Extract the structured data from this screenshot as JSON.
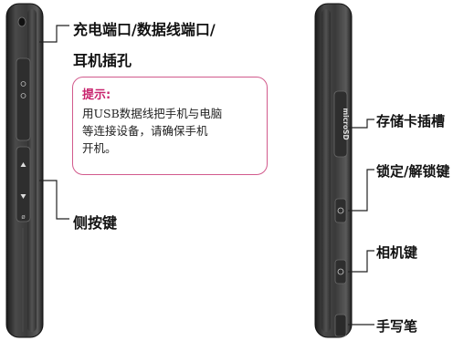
{
  "left_phone": {
    "labels": {
      "port": "充电端口/数据线端口/",
      "port_line2": "耳机插孔",
      "side_keys": "侧按键"
    },
    "tip": {
      "title": "提示:",
      "body": "用USB数据线把手机与电脑\n等连接设备，请确保手机\n开机。"
    }
  },
  "right_phone": {
    "labels": {
      "card_slot": "存储卡插槽",
      "lock_key": "锁定/解锁键",
      "camera_key": "相机键",
      "stylus": "手写笔"
    },
    "card_slot_logo": "microSD"
  },
  "colors": {
    "phone_body": "#3a3a3a",
    "phone_edge": "#1e1e1e",
    "accent": "#c8246e"
  }
}
